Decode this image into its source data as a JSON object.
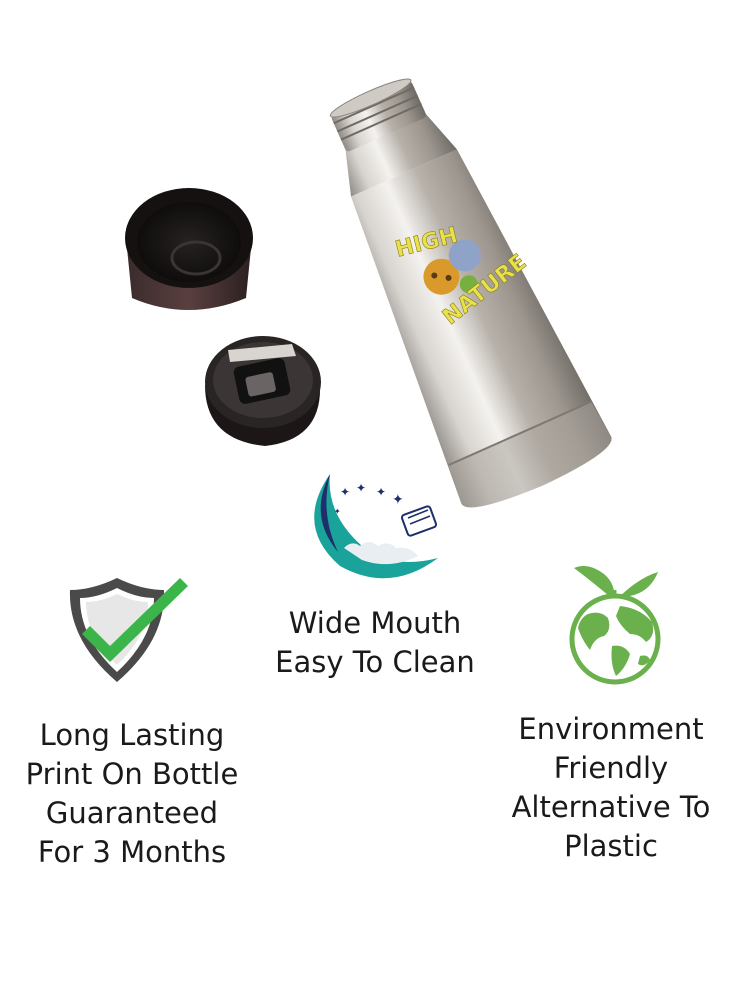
{
  "product": {
    "print_text_top": "HIGH",
    "print_text_bottom": "NATURE"
  },
  "features": [
    {
      "icon": "shield-check-icon",
      "lines": [
        "Long Lasting",
        "Print On Bottle",
        "Guaranteed",
        "For 3 Months"
      ]
    },
    {
      "icon": "moon-clean-icon",
      "lines": [
        "Wide Mouth",
        "Easy To Clean"
      ]
    },
    {
      "icon": "eco-globe-icon",
      "lines": [
        "Environment",
        "Friendly",
        "Alternative To",
        "Plastic"
      ]
    }
  ],
  "colors": {
    "shield_green": "#3bb54a",
    "globe_green": "#6ab04c",
    "moon_teal": "#1aa39a",
    "moon_navy": "#1e2f6b",
    "steel": "#b9b4ad",
    "cap_dark": "#2a2222"
  }
}
